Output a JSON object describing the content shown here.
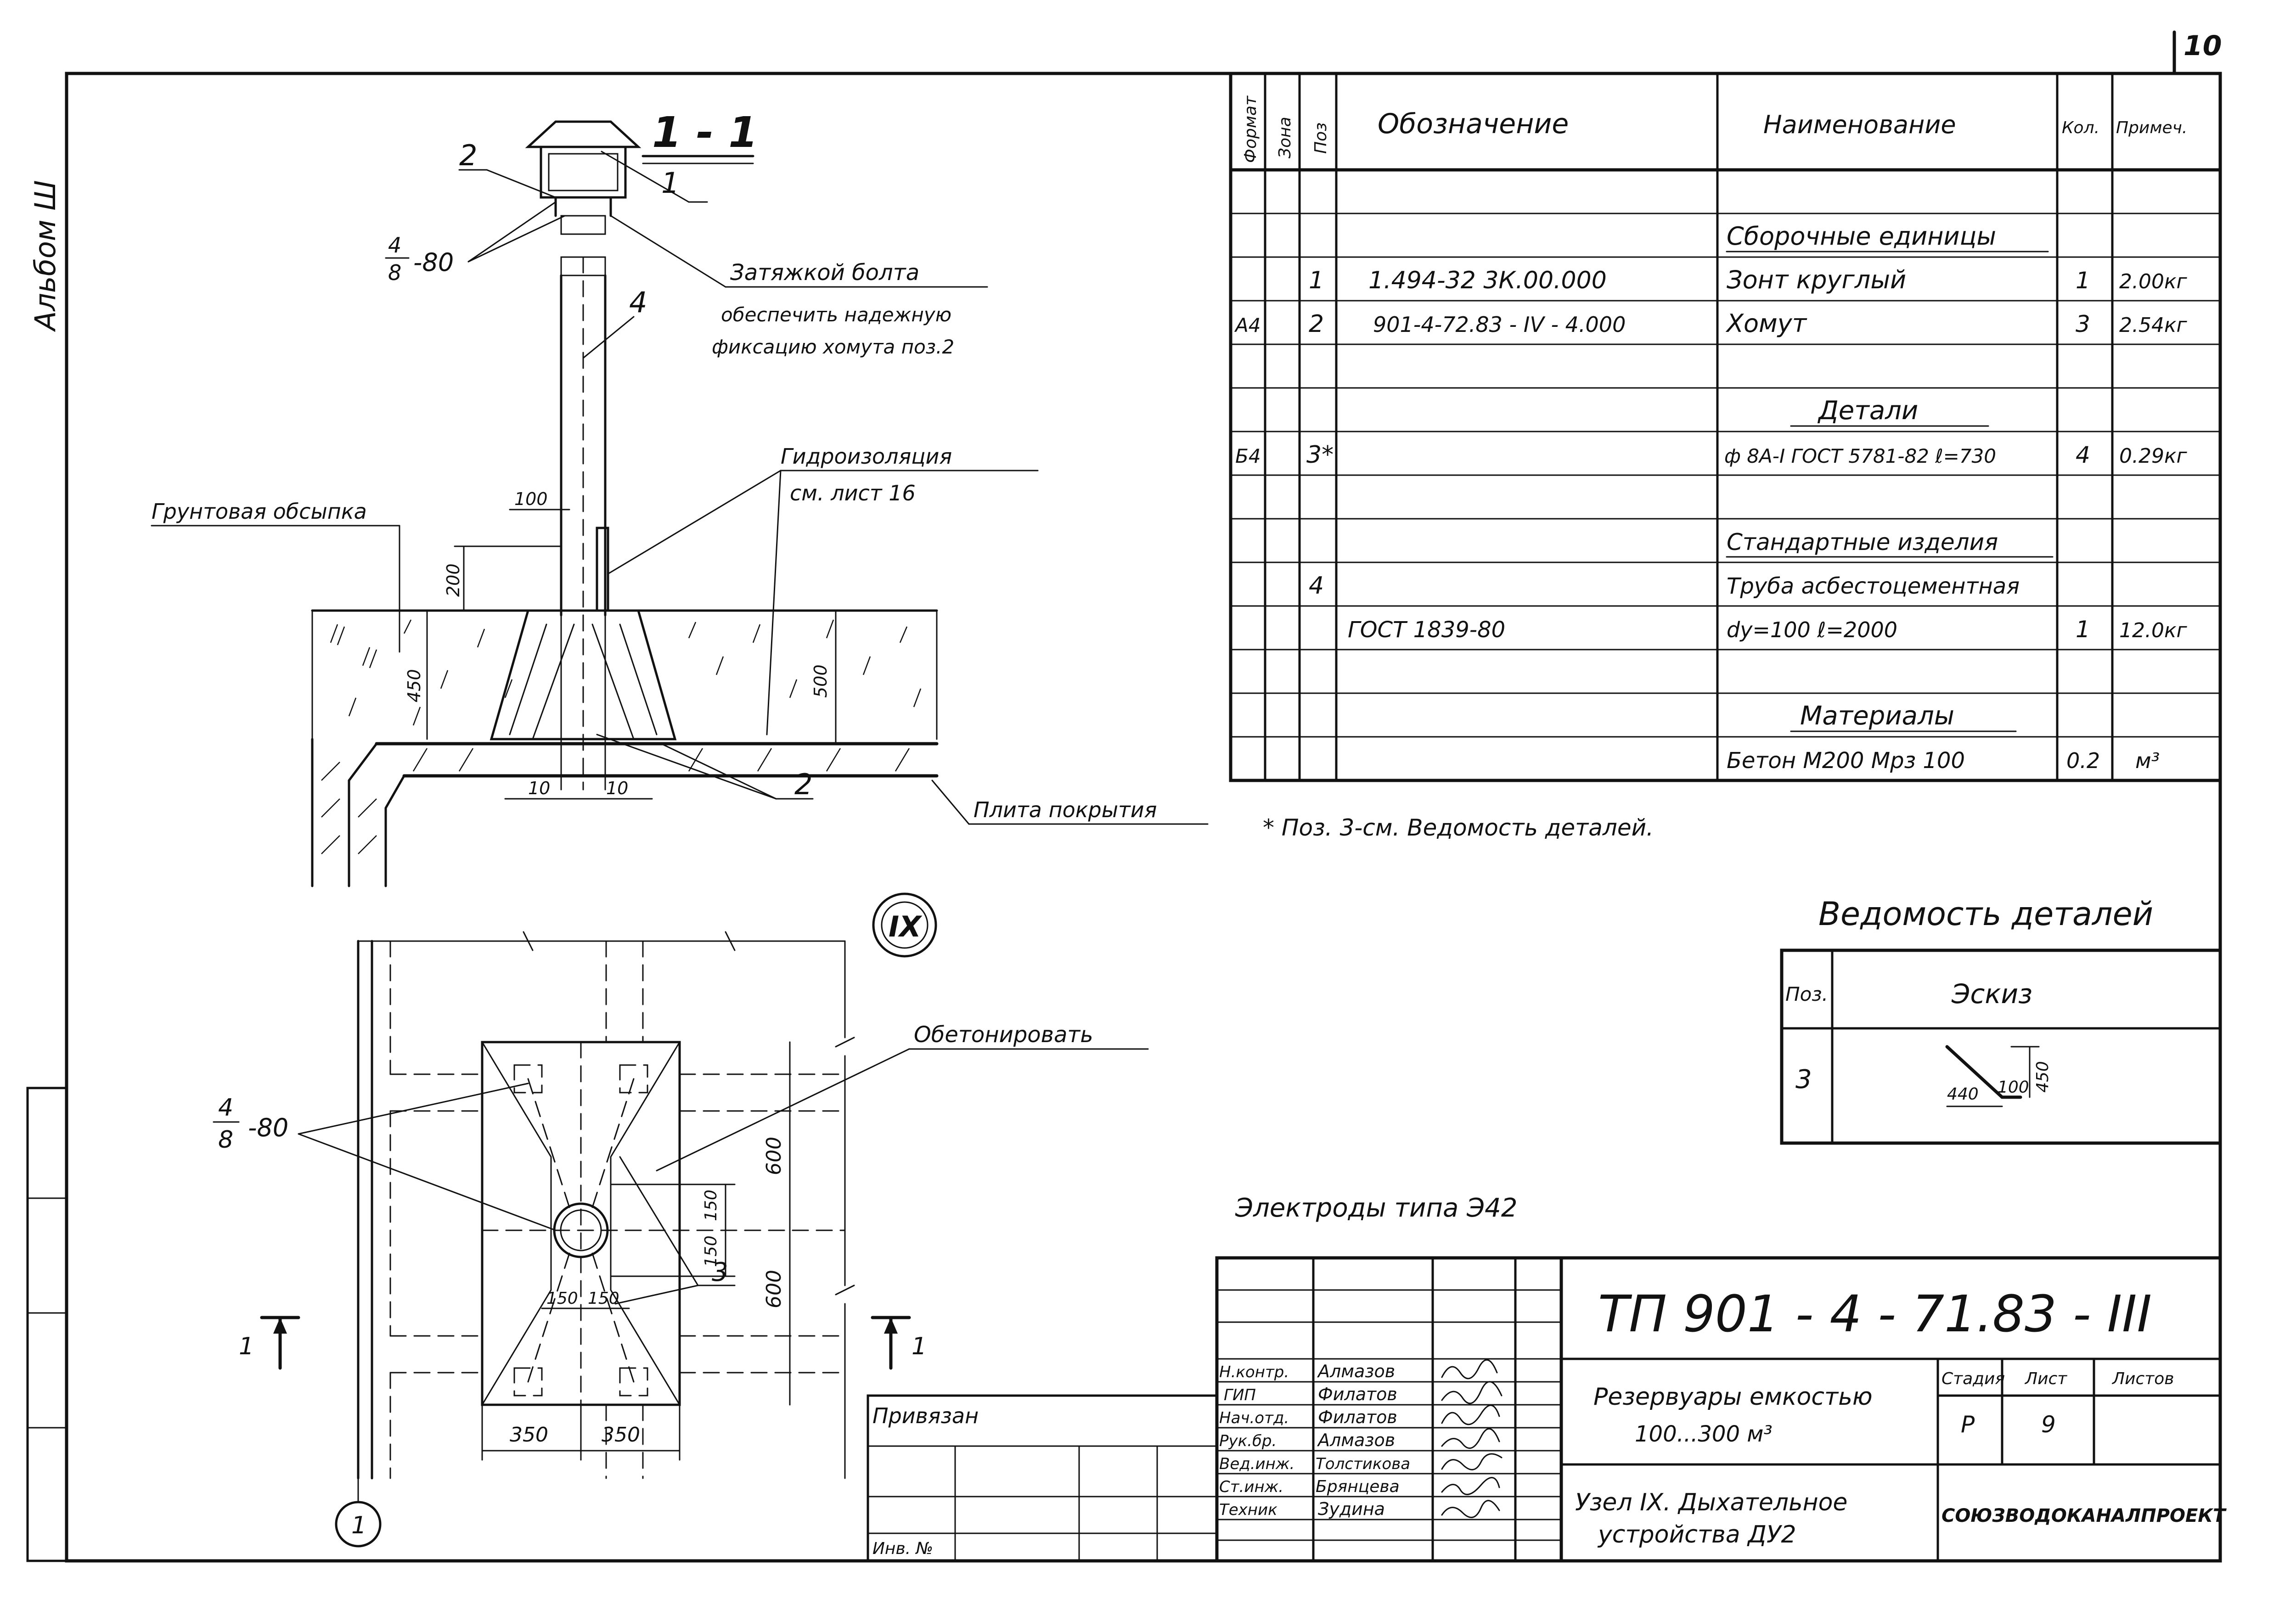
{
  "sheet_number": "10",
  "album": "Альбом Ш",
  "section": {
    "title": "1 - 1",
    "labels": {
      "pos2": "2",
      "pos1": "1",
      "pos4": "4",
      "weld": "4/8 - 80",
      "bolt_title": "Затяжкой болта",
      "bolt_line2": "обеспечить надежную",
      "bolt_line3": "фиксацию хомута поз.2",
      "hydro_title": "Гидроизоляция",
      "hydro_ref": "см. лист 16",
      "soil": "Грунтовая обсыпка",
      "slab": "Плита покрытия",
      "dim_100": "100",
      "dim_200": "200",
      "dim_450": "450",
      "dim_500": "500",
      "dim_10a": "10",
      "dim_10b": "10",
      "pos2b": "2"
    }
  },
  "node": {
    "mark": "IX",
    "weld": "4/8 - 80",
    "concrete": "Обетонировать",
    "dim_600a": "600",
    "dim_600b": "600",
    "dim_150a": "150",
    "dim_150b": "150",
    "dim_150c": "150",
    "dim_150d": "150",
    "dim_350a": "350",
    "dim_350b": "350",
    "pos3": "3",
    "axis": "1",
    "cut_left": "1",
    "cut_right": "1"
  },
  "spec_table": {
    "headers": [
      "Формат",
      "Зона",
      "Поз",
      "Обозначение",
      "Наименование",
      "Кол.",
      "Примеч."
    ],
    "rows": [
      {
        "fmt": "",
        "zone": "",
        "pos": "",
        "code": "",
        "name": "",
        "qty": "",
        "note": ""
      },
      {
        "fmt": "",
        "zone": "",
        "pos": "",
        "code": "",
        "name": "Сборочные единицы",
        "qty": "",
        "note": ""
      },
      {
        "fmt": "",
        "zone": "",
        "pos": "1",
        "code": "1.494-32 3К.00.000",
        "name": "Зонт круглый",
        "qty": "1",
        "note": "2.00кг"
      },
      {
        "fmt": "А4",
        "zone": "",
        "pos": "2",
        "code": "901-4-72.83 - IV - 4.000",
        "name": "Хомут",
        "qty": "3",
        "note": "2.54кг"
      },
      {
        "fmt": "",
        "zone": "",
        "pos": "",
        "code": "",
        "name": "",
        "qty": "",
        "note": ""
      },
      {
        "fmt": "",
        "zone": "",
        "pos": "",
        "code": "",
        "name": "Детали",
        "qty": "",
        "note": ""
      },
      {
        "fmt": "Б4",
        "zone": "",
        "pos": "3*",
        "code": "",
        "name": "ф 8А-I  ГОСТ 5781-82 ℓ=730",
        "qty": "4",
        "note": "0.29кг"
      },
      {
        "fmt": "",
        "zone": "",
        "pos": "",
        "code": "",
        "name": "",
        "qty": "",
        "note": ""
      },
      {
        "fmt": "",
        "zone": "",
        "pos": "",
        "code": "",
        "name": "Стандартные изделия",
        "qty": "",
        "note": ""
      },
      {
        "fmt": "",
        "zone": "",
        "pos": "4",
        "code": "",
        "name": "Труба асбестоцементная",
        "qty": "",
        "note": ""
      },
      {
        "fmt": "",
        "zone": "",
        "pos": "",
        "code": "ГОСТ 1839-80",
        "name": "dy=100    ℓ=2000",
        "qty": "1",
        "note": "12.0кг"
      },
      {
        "fmt": "",
        "zone": "",
        "pos": "",
        "code": "",
        "name": "",
        "qty": "",
        "note": ""
      },
      {
        "fmt": "",
        "zone": "",
        "pos": "",
        "code": "",
        "name": "Материалы",
        "qty": "",
        "note": ""
      },
      {
        "fmt": "",
        "zone": "",
        "pos": "",
        "code": "",
        "name": "Бетон М200 Мрз 100",
        "qty": "0.2",
        "note": "м³"
      }
    ],
    "footnote": "* Поз. 3-см. Ведомость деталей."
  },
  "details": {
    "title": "Ведомость деталей",
    "col_pos": "Поз.",
    "col_sketch": "Эскиз",
    "row_pos": "3",
    "dim_440": "440",
    "dim_100": "100",
    "dim_450": "450"
  },
  "electrodes": "Электроды типа Э42",
  "title_block": {
    "code": "ТП 901 - 4 - 71.83 - III",
    "tied": "Привязан",
    "inv": "Инв. №",
    "people": [
      {
        "role": "Н.контр.",
        "name": "Алмазов"
      },
      {
        "role": "ГИП",
        "name": "Филатов"
      },
      {
        "role": "Нач.отд.",
        "name": "Филатов"
      },
      {
        "role": "Рук.бр.",
        "name": "Алмазов"
      },
      {
        "role": "Вед.инж.",
        "name": "Толстикова"
      },
      {
        "role": "Ст.инж.",
        "name": "Брянцева"
      },
      {
        "role": "Техник",
        "name": "Зудина"
      }
    ],
    "object_line1": "Резервуары емкостью",
    "object_line2": "100...300 м³",
    "stage_label": "Стадия",
    "sheet_label": "Лист",
    "sheets_label": "Листов",
    "stage": "Р",
    "sheet": "9",
    "sheets": "",
    "drawing_line1": "Узел IX. Дыхательное",
    "drawing_line2": "устройства ДУ2",
    "org": "СОЮЗВОДОКАНАЛПРОЕКТ"
  }
}
